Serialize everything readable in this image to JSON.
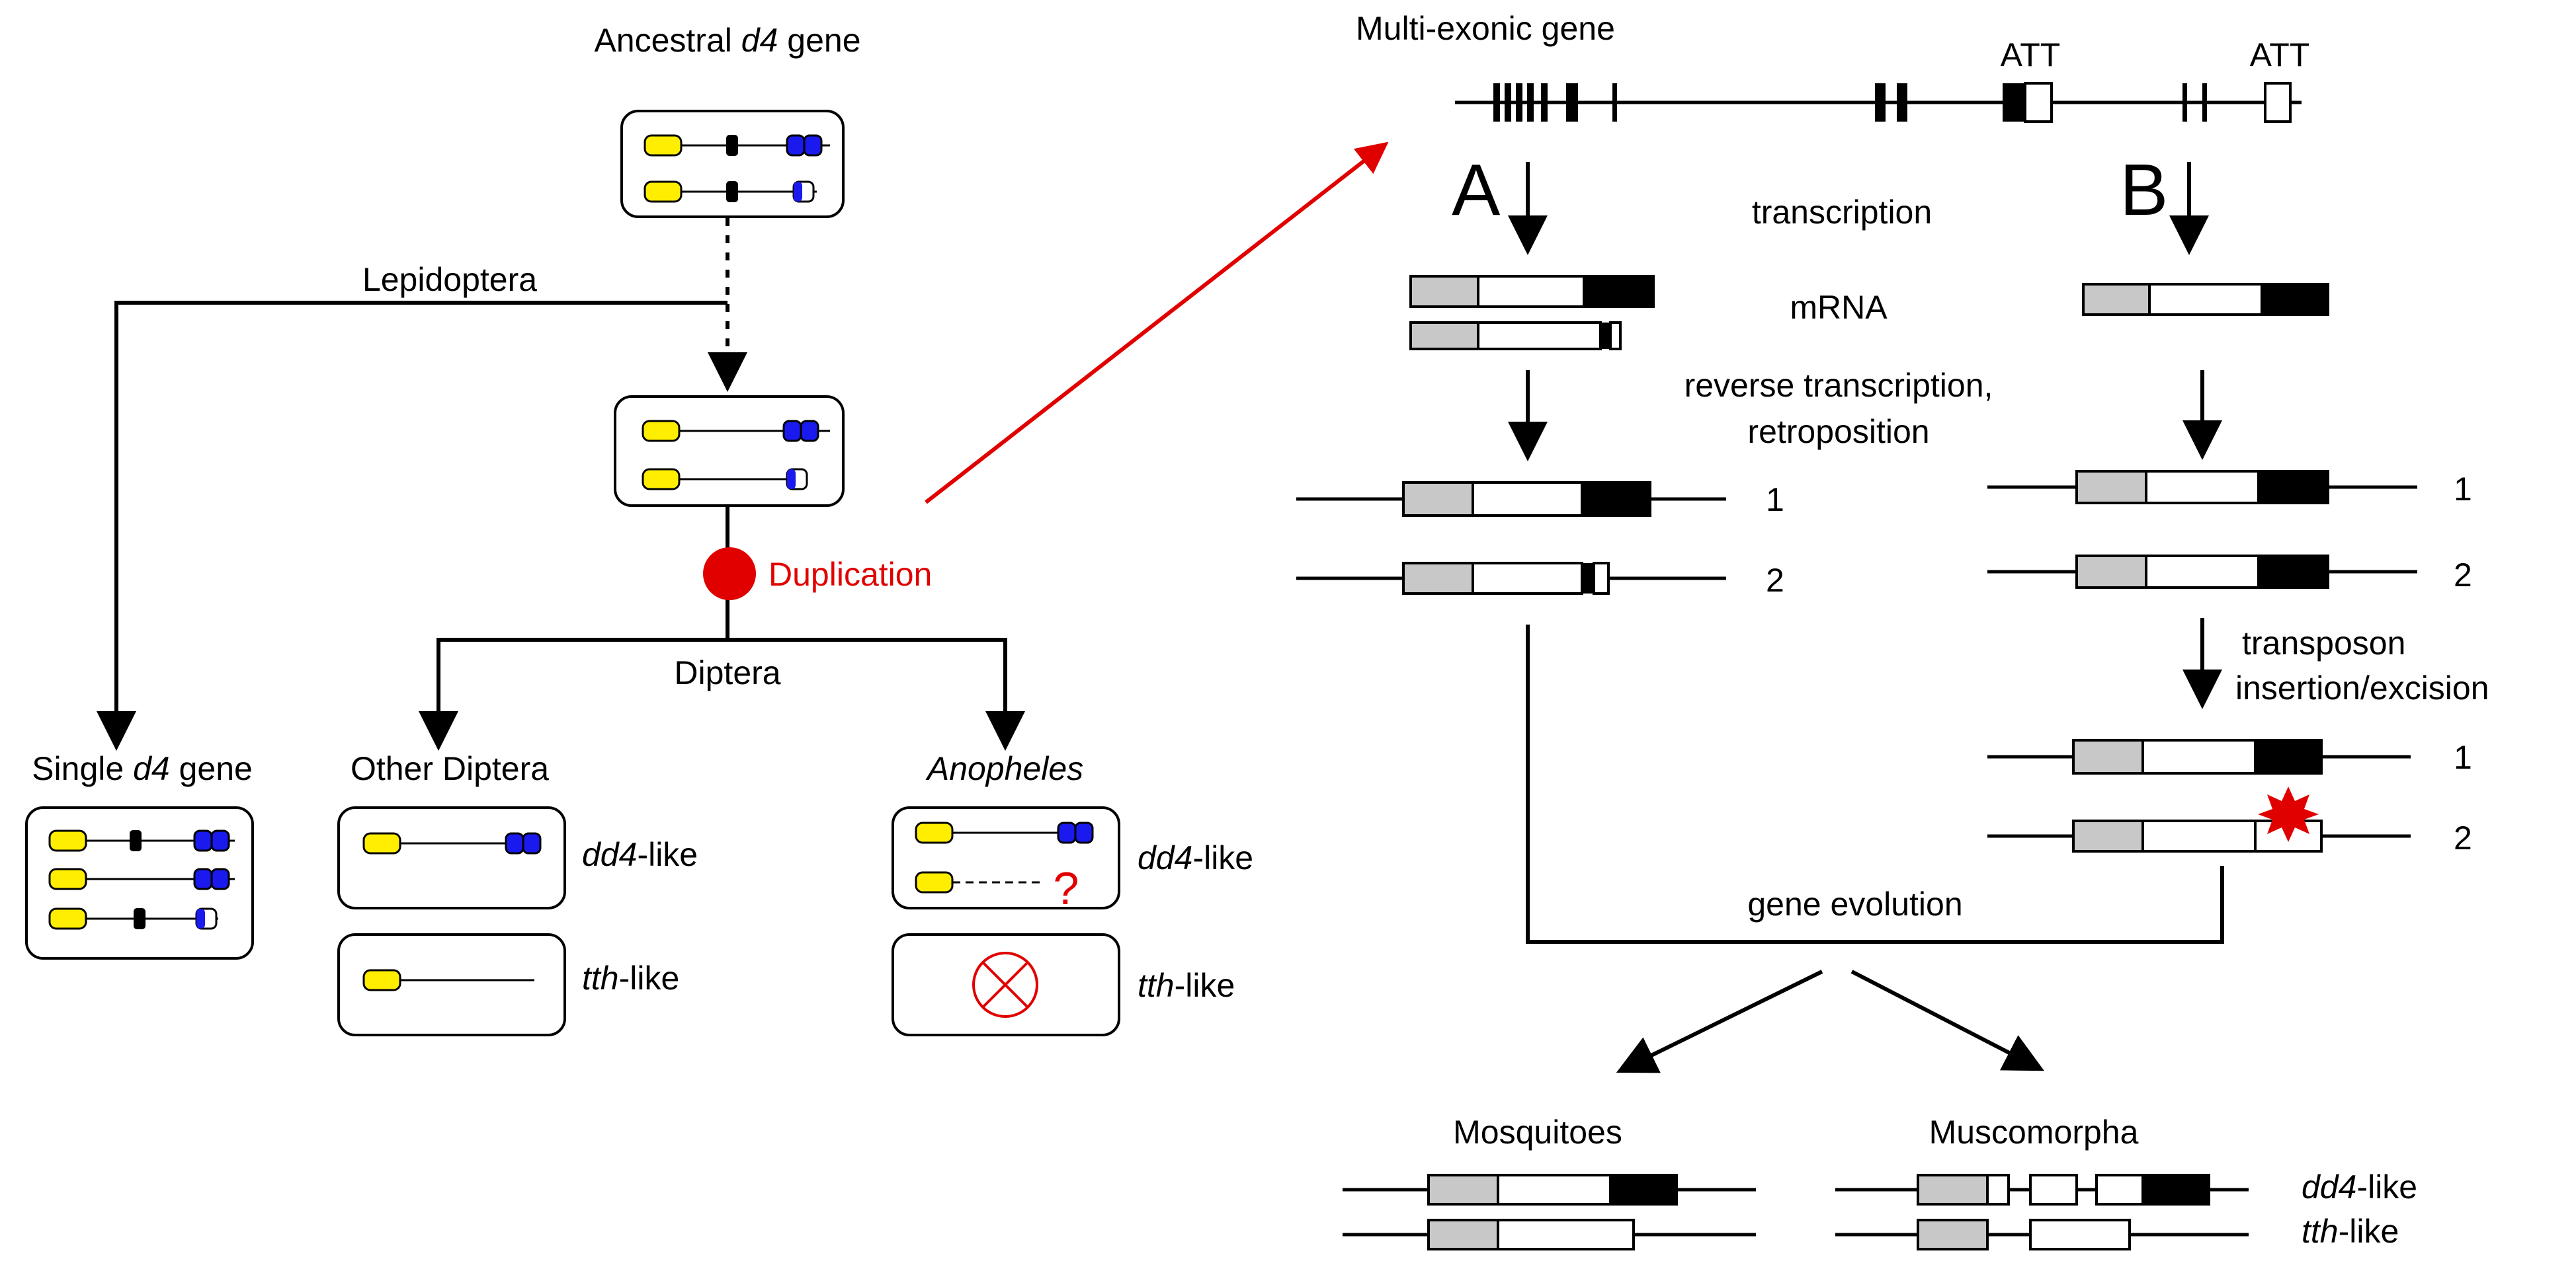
{
  "left_panel": {
    "ancestral_title_pre": "Ancestral ",
    "ancestral_title_ital": "d4",
    "ancestral_title_post": " gene",
    "branch_lepidoptera": "Lepidoptera",
    "event_duplication": "Duplication",
    "branch_diptera": "Diptera",
    "single_title_pre": "Single ",
    "single_title_ital": "d4",
    "single_title_post": " gene",
    "other_diptera_title": "Other Diptera",
    "anopheles_title": "Anopheles",
    "dd4_label_ital": "dd4",
    "dd4_label_post": "-like",
    "tth_label_ital": "tth",
    "tth_label_post": "-like",
    "unknown_mark": "?"
  },
  "right_panel": {
    "multi_exonic_title": "Multi-exonic gene",
    "att_label_1": "ATT",
    "att_label_2": "ATT",
    "path_a_letter": "A",
    "path_b_letter": "B",
    "step_transcription": "transcription",
    "step_mrna": "mRNA",
    "step_reverse_1": "reverse transcription,",
    "step_reverse_2": "retroposition",
    "num_a1": "1",
    "num_a2": "2",
    "num_b1": "1",
    "num_b2": "2",
    "step_transposon_1": "transposon",
    "step_transposon_2": "insertion/excision",
    "num_b3": "1",
    "num_b4": "2",
    "step_gene_evolution": "gene evolution",
    "group_mosquitoes": "Mosquitoes",
    "group_muscomorpha": "Muscomorpha",
    "final_dd4_ital": "dd4",
    "final_dd4_post": "-like",
    "final_tth_ital": "tth",
    "final_tth_post": "-like"
  },
  "colors": {
    "domain_yellow": "#ffee00",
    "domain_blue": "#1a1aee",
    "exon_gray": "#c8c8c8",
    "event_red": "#e10000"
  }
}
